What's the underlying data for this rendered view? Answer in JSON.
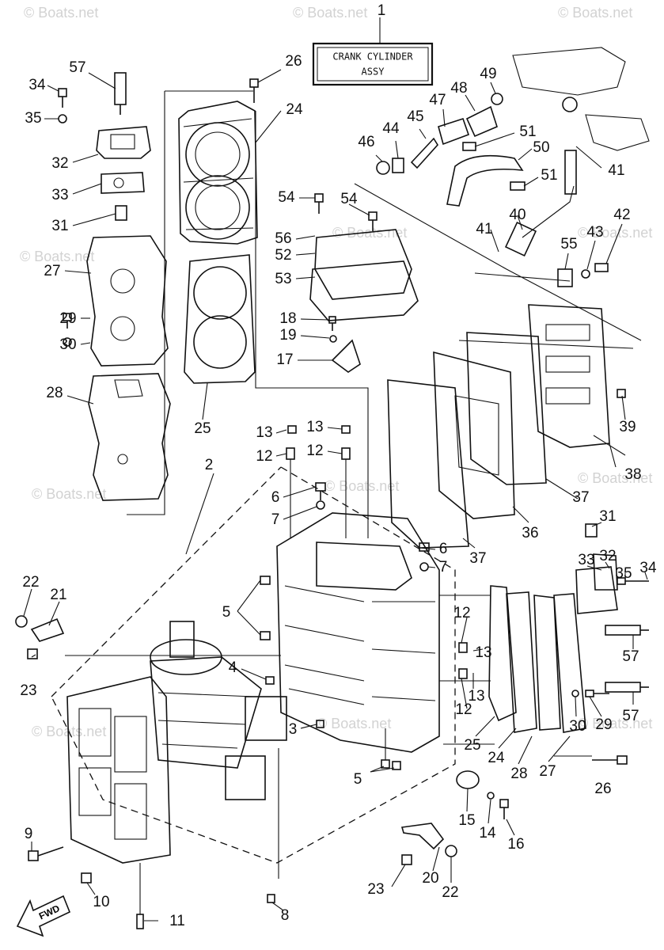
{
  "title_box": {
    "line1": "CRANK CYLINDER",
    "line2": "ASSY",
    "ref": "1"
  },
  "watermark": "© Boats.net",
  "fwd_label": "FWD",
  "callouts": [
    {
      "id": "c-57a",
      "t": "57"
    },
    {
      "id": "c-34a",
      "t": "34"
    },
    {
      "id": "c-35a",
      "t": "35"
    },
    {
      "id": "c-32a",
      "t": "32"
    },
    {
      "id": "c-33a",
      "t": "33"
    },
    {
      "id": "c-31a",
      "t": "31"
    },
    {
      "id": "c-27a",
      "t": "27"
    },
    {
      "id": "c-29a",
      "t": "29"
    },
    {
      "id": "c-30a",
      "t": "30"
    },
    {
      "id": "c-28a",
      "t": "28"
    },
    {
      "id": "c-26a",
      "t": "26"
    },
    {
      "id": "c-24a",
      "t": "24"
    },
    {
      "id": "c-25a",
      "t": "25"
    },
    {
      "id": "c-2",
      "t": "2"
    },
    {
      "id": "c-54a",
      "t": "54"
    },
    {
      "id": "c-54b",
      "t": "54"
    },
    {
      "id": "c-56",
      "t": "56"
    },
    {
      "id": "c-52",
      "t": "52"
    },
    {
      "id": "c-53",
      "t": "53"
    },
    {
      "id": "c-18",
      "t": "18"
    },
    {
      "id": "c-19",
      "t": "19"
    },
    {
      "id": "c-17",
      "t": "17"
    },
    {
      "id": "c-13a",
      "t": "13"
    },
    {
      "id": "c-13b",
      "t": "13"
    },
    {
      "id": "c-12a",
      "t": "12"
    },
    {
      "id": "c-12b",
      "t": "12"
    },
    {
      "id": "c-6a",
      "t": "6"
    },
    {
      "id": "c-7a",
      "t": "7"
    },
    {
      "id": "c-46",
      "t": "46"
    },
    {
      "id": "c-44",
      "t": "44"
    },
    {
      "id": "c-45",
      "t": "45"
    },
    {
      "id": "c-47",
      "t": "47"
    },
    {
      "id": "c-48",
      "t": "48"
    },
    {
      "id": "c-49",
      "t": "49"
    },
    {
      "id": "c-51a",
      "t": "51"
    },
    {
      "id": "c-50",
      "t": "50"
    },
    {
      "id": "c-51b",
      "t": "51"
    },
    {
      "id": "c-41a",
      "t": "41"
    },
    {
      "id": "c-40",
      "t": "40"
    },
    {
      "id": "c-41b",
      "t": "41"
    },
    {
      "id": "c-55",
      "t": "55"
    },
    {
      "id": "c-43",
      "t": "43"
    },
    {
      "id": "c-42",
      "t": "42"
    },
    {
      "id": "c-39",
      "t": "39"
    },
    {
      "id": "c-38",
      "t": "38"
    },
    {
      "id": "c-37a",
      "t": "37"
    },
    {
      "id": "c-36",
      "t": "36"
    },
    {
      "id": "c-37b",
      "t": "37"
    },
    {
      "id": "c-6b",
      "t": "6"
    },
    {
      "id": "c-7b",
      "t": "7"
    },
    {
      "id": "c-31b",
      "t": "31"
    },
    {
      "id": "c-33b",
      "t": "33"
    },
    {
      "id": "c-32b",
      "t": "32"
    },
    {
      "id": "c-35b",
      "t": "35"
    },
    {
      "id": "c-34b",
      "t": "34"
    },
    {
      "id": "c-22a",
      "t": "22"
    },
    {
      "id": "c-21",
      "t": "21"
    },
    {
      "id": "c-5a",
      "t": "5"
    },
    {
      "id": "c-23a",
      "t": "23"
    },
    {
      "id": "c-4",
      "t": "4"
    },
    {
      "id": "c-3",
      "t": "3"
    },
    {
      "id": "c-12c",
      "t": "12"
    },
    {
      "id": "c-13c",
      "t": "13"
    },
    {
      "id": "c-13d",
      "t": "13"
    },
    {
      "id": "c-12d",
      "t": "12"
    },
    {
      "id": "c-57b",
      "t": "57"
    },
    {
      "id": "c-57c",
      "t": "57"
    },
    {
      "id": "c-29b",
      "t": "29"
    },
    {
      "id": "c-30b",
      "t": "30"
    },
    {
      "id": "c-25b",
      "t": "25"
    },
    {
      "id": "c-24b",
      "t": "24"
    },
    {
      "id": "c-28b",
      "t": "28"
    },
    {
      "id": "c-27b",
      "t": "27"
    },
    {
      "id": "c-26b",
      "t": "26"
    },
    {
      "id": "c-5b",
      "t": "5"
    },
    {
      "id": "c-15",
      "t": "15"
    },
    {
      "id": "c-14",
      "t": "14"
    },
    {
      "id": "c-16",
      "t": "16"
    },
    {
      "id": "c-9",
      "t": "9"
    },
    {
      "id": "c-10",
      "t": "10"
    },
    {
      "id": "c-11",
      "t": "11"
    },
    {
      "id": "c-8",
      "t": "8"
    },
    {
      "id": "c-23b",
      "t": "23"
    },
    {
      "id": "c-20",
      "t": "20"
    },
    {
      "id": "c-22b",
      "t": "22"
    }
  ]
}
